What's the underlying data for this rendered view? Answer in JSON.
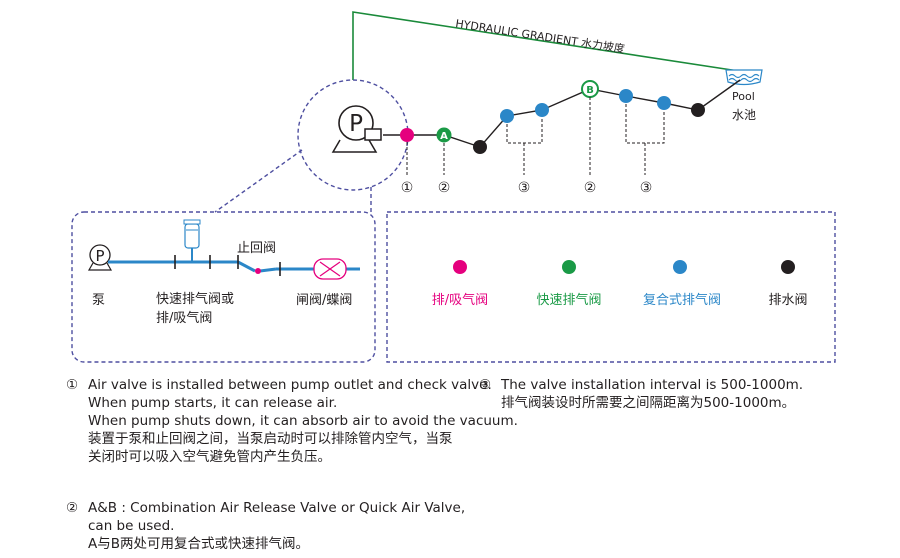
{
  "diagram": {
    "gradient_label": "HYDRAULIC GRADIENT 水力坡度",
    "pump_symbol": "P",
    "pool_label_en": "Pool",
    "pool_label_cn": "水池",
    "point_labels": {
      "a": "A",
      "b": "B"
    },
    "position_numbers": [
      "①",
      "②",
      "③",
      "②",
      "③"
    ]
  },
  "inset": {
    "pump_symbol": "P",
    "pump_label": "泵",
    "check_valve_label": "止回阀",
    "air_valve_label_line1": "快速排气阀或",
    "air_valve_label_line2": "排/吸气阀",
    "gate_valve_label": "闸阀/蝶阀"
  },
  "legend": {
    "items": [
      {
        "label": "排/吸气阀",
        "color": "#e5007e"
      },
      {
        "label": "快速排气阀",
        "color": "#1a9a46"
      },
      {
        "label": "复合式排气阀",
        "color": "#2b87c8"
      },
      {
        "label": "排水阀",
        "color": "#231f20"
      }
    ]
  },
  "notes": {
    "note1": {
      "num": "①",
      "lines": [
        "Air valve is installed between pump outlet and check valve.",
        "When pump starts, it can release air.",
        "When pump shuts down, it can absorb air to avoid the vacuum.",
        "装置于泵和止回阀之间，当泵启动时可以排除管内空气，当泵",
        "关闭时可以吸入空气避免管内产生负压。"
      ]
    },
    "note2": {
      "num": "②",
      "lines": [
        "A&B : Combination Air Release Valve or Quick Air Valve,",
        "can be used.",
        "A与B两处可用复合式或快速排气阀。"
      ]
    },
    "note3": {
      "num": "③",
      "lines": [
        "The valve installation interval is 500-1000m.",
        "排气阀装设时所需要之间隔距离为500-1000m。"
      ]
    }
  },
  "colors": {
    "pink": "#e5007e",
    "green": "#1a9a46",
    "blue": "#2b87c8",
    "black": "#231f20",
    "gradient_line": "#1a8a3a",
    "dash_border": "#4e4fa0",
    "pipe": "#2b87c8"
  }
}
